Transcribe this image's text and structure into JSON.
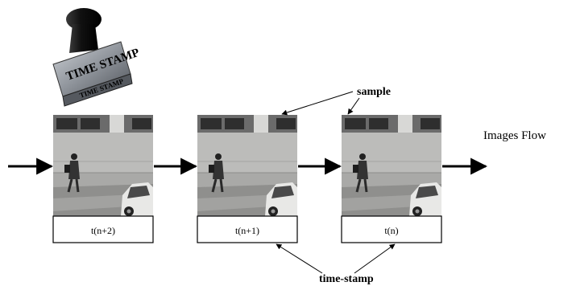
{
  "stamp": {
    "icon": "rubber-stamp-icon",
    "text_top": "TIME STAMP",
    "text_bottom": "TIME STAMP"
  },
  "frames": [
    {
      "timestamp": "t(n+2)"
    },
    {
      "timestamp": "t(n+1)"
    },
    {
      "timestamp": "t(n)"
    }
  ],
  "labels": {
    "flow": "Images Flow",
    "sample": "sample",
    "time_stamp": "time-stamp"
  },
  "colors": {
    "arrow": "#000000",
    "stamp_metal": "#8f949b",
    "stamp_handle": "#1a1a1a",
    "building": "#b9b9b6",
    "street": "#8a8a88"
  }
}
